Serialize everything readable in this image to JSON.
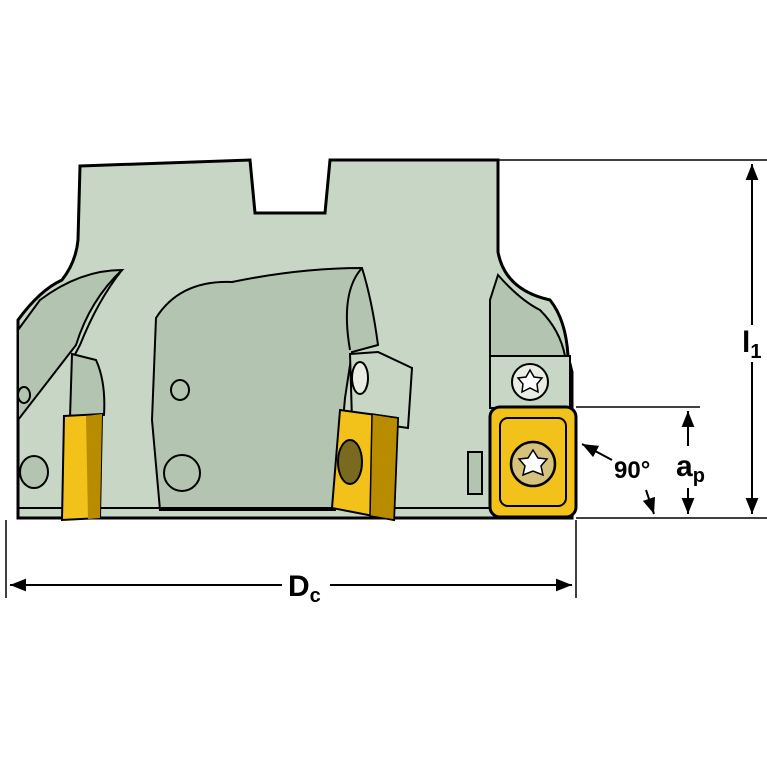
{
  "diagram": {
    "colors": {
      "body": "#c7d6c5",
      "body_shadow": "#b3c5b0",
      "outline": "#000000",
      "insert": "#f2c21a",
      "insert_dark": "#b98c00",
      "background": "#ffffff"
    },
    "labels": {
      "length": {
        "main": "l",
        "sub": "1"
      },
      "depth": {
        "main": "a",
        "sub": "p"
      },
      "diameter": {
        "main": "D",
        "sub": "c"
      },
      "angle": "90°"
    },
    "parts": {
      "cutter_body": "face-mill-body",
      "inserts": [
        "insert-left",
        "insert-middle",
        "insert-right"
      ],
      "screws": [
        "insert-screw-middle",
        "insert-screw-right",
        "clamp-screw-right"
      ]
    }
  }
}
